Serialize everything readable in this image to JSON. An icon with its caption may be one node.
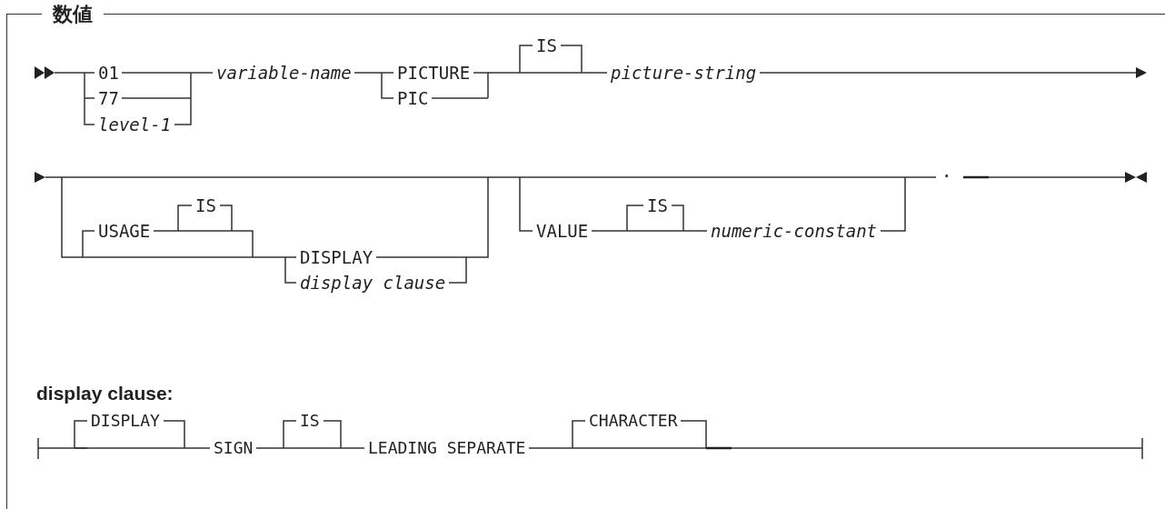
{
  "diagram": {
    "nodes": [
      {
        "text": [
          "数値"
        ]
      }
    ],
    "edges": [],
    "labels": [
      "01",
      "variable-name",
      "PICTURE",
      "IS",
      "picture-string",
      "77",
      "PIC",
      "level-1",
      ".",
      "IS",
      "IS",
      "USAGE",
      "VALUE",
      "numeric-constant",
      "DISPLAY",
      "display clause",
      "display clause:",
      "DISPLAY",
      "IS",
      "CHARACTER",
      "SIGN",
      "LEADING SEPARATE"
    ]
  }
}
